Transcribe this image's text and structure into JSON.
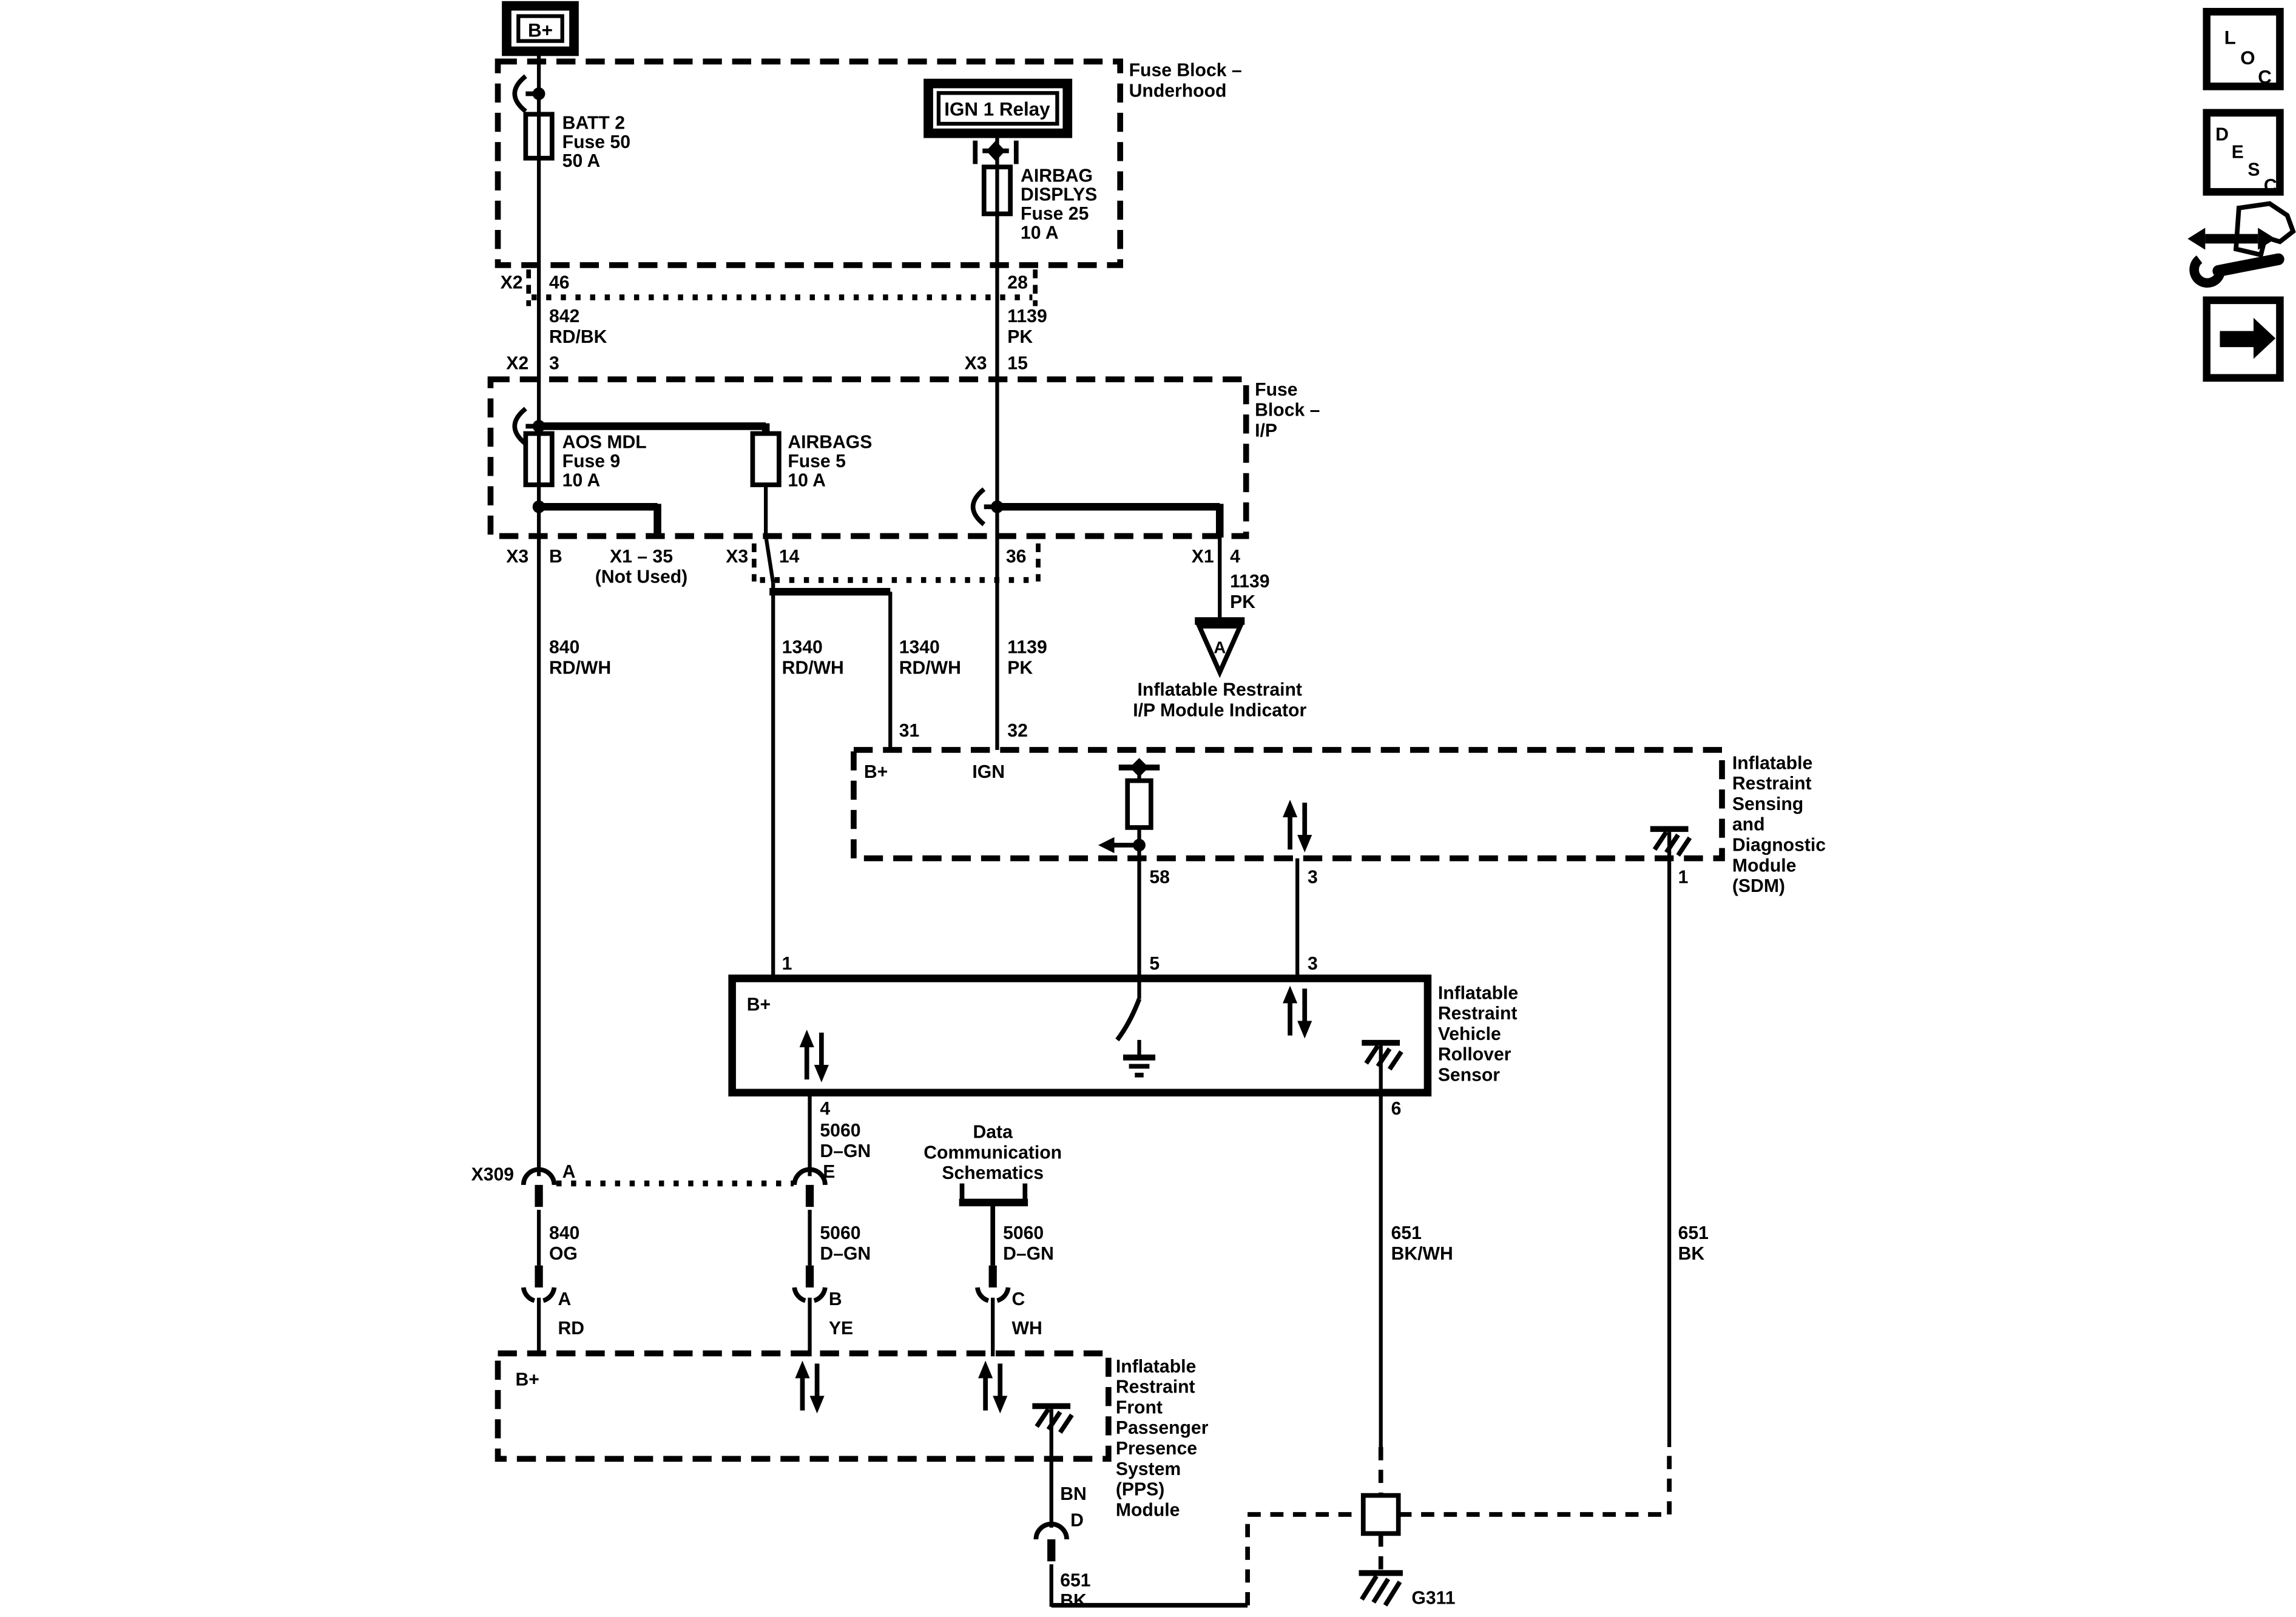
{
  "diagram": {
    "colors": {
      "fg": "#000000",
      "bg": "#ffffff"
    },
    "bplus_top": "B+",
    "underhood": {
      "title": [
        "Fuse Block –",
        "Underhood"
      ],
      "batt2": [
        "BATT 2",
        "Fuse 50",
        "50 A"
      ],
      "relay": "IGN 1 Relay",
      "airbag_fuse": [
        "AIRBAG",
        "DISPLYS",
        "Fuse 25",
        "10 A"
      ]
    },
    "conn_row1": {
      "x2": "X2",
      "p46": "46",
      "p28": "28"
    },
    "wire_842": [
      "842",
      "RD/BK"
    ],
    "wire_1139_top": [
      "1139",
      "PK"
    ],
    "conn_row2": {
      "x2": "X2",
      "p3": "3",
      "x3": "X3",
      "p15": "15"
    },
    "ip": {
      "title": [
        "Fuse",
        "Block –",
        "I/P"
      ],
      "aos": [
        "AOS MDL",
        "Fuse 9",
        "10 A"
      ],
      "airbags": [
        "AIRBAGS",
        "Fuse 5",
        "10 A"
      ]
    },
    "conn_row3": {
      "x3a": "X3",
      "pB": "B",
      "x1_35": "X1 – 35",
      "not_used": "(Not Used)",
      "x3b": "X3",
      "p14": "14",
      "p36": "36",
      "x1": "X1",
      "p4": "4"
    },
    "wire_840": [
      "840",
      "RD/WH"
    ],
    "wire_1340_a": [
      "1340",
      "RD/WH"
    ],
    "wire_1340_b": [
      "1340",
      "RD/WH"
    ],
    "wire_1139_mid": [
      "1139",
      "PK"
    ],
    "wire_1139_ind": [
      "1139",
      "PK"
    ],
    "indicator": {
      "letter": "A",
      "label": [
        "Inflatable Restraint",
        "I/P Module Indicator"
      ]
    },
    "sdm": {
      "p31": "31",
      "p32": "32",
      "bplus": "B+",
      "ign": "IGN",
      "p58": "58",
      "p3": "3",
      "p1": "1",
      "title": [
        "Inflatable",
        "Restraint",
        "Sensing",
        "and",
        "Diagnostic",
        "Module",
        "(SDM)"
      ]
    },
    "rollover": {
      "p1": "1",
      "p5": "5",
      "p3": "3",
      "bplus": "B+",
      "p4": "4",
      "p6": "6",
      "title": [
        "Inflatable",
        "Restraint",
        "Vehicle",
        "Rollover",
        "Sensor"
      ]
    },
    "col_e": {
      "p4": "4",
      "w5060": [
        "5060",
        "D–GN"
      ],
      "e": "E",
      "w5060b": [
        "5060",
        "D–GN"
      ],
      "b": "B",
      "ye": "YE"
    },
    "datacomm": [
      "Data",
      "Communication",
      "Schematics"
    ],
    "col_c": {
      "w5060": [
        "5060",
        "D–GN"
      ],
      "c": "C",
      "wh": "WH"
    },
    "x309": {
      "name": "X309",
      "a_top": "A",
      "w840og": [
        "840",
        "OG"
      ],
      "a_bot": "A",
      "rd": "RD"
    },
    "wire_651_bkwh": [
      "651",
      "BK/WH"
    ],
    "wire_651_bk_right": [
      "651",
      "BK"
    ],
    "pps": {
      "bplus": "B+",
      "bn": "BN",
      "pd": "D",
      "title": [
        "Inflatable",
        "Restraint",
        "Front",
        "Passenger",
        "Presence",
        "System",
        "(PPS)",
        "Module"
      ]
    },
    "wire_651_bk_bottom": [
      "651",
      "BK"
    ],
    "ground_name": "G311",
    "nav": {
      "loc": [
        "L",
        "O",
        "C"
      ],
      "desc": [
        "D",
        "E",
        "S",
        "C"
      ]
    }
  }
}
